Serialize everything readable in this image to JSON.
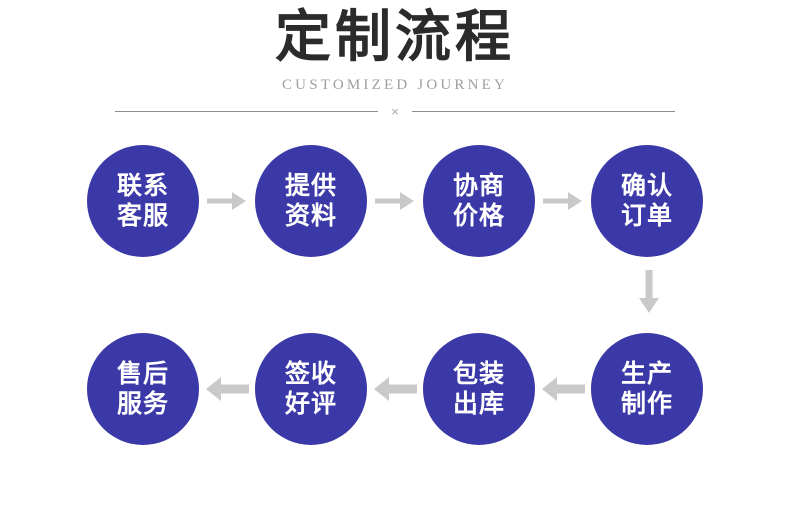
{
  "header": {
    "title": "定制流程",
    "subtitle": "CUSTOMIZED JOURNEY",
    "divider_mark": "×"
  },
  "colors": {
    "node_fill": "#3b38a8",
    "node_text": "#ffffff",
    "title_text": "#2b2b2b",
    "subtitle_text": "#9e9e9e",
    "arrow": "#c9c9c9",
    "divider_rule": "#8d8d95",
    "background": "#ffffff"
  },
  "flow": {
    "row1": {
      "direction": "left-to-right",
      "arrow_glyph": "arrow-right",
      "nodes": [
        {
          "line1": "联系",
          "line2": "客服",
          "step": 1
        },
        {
          "line1": "提供",
          "line2": "资料",
          "step": 2
        },
        {
          "line1": "协商",
          "line2": "价格",
          "step": 3
        },
        {
          "line1": "确认",
          "line2": "订单",
          "step": 4
        }
      ]
    },
    "connector": {
      "arrow_glyph": "arrow-down",
      "from_step": 4,
      "to_step": 5
    },
    "row2": {
      "direction": "right-to-left",
      "arrow_glyph": "arrow-left",
      "nodes": [
        {
          "line1": "售后",
          "line2": "服务",
          "step": 8
        },
        {
          "line1": "签收",
          "line2": "好评",
          "step": 7
        },
        {
          "line1": "包装",
          "line2": "出库",
          "step": 6
        },
        {
          "line1": "生产",
          "line2": "制作",
          "step": 5
        }
      ]
    }
  }
}
